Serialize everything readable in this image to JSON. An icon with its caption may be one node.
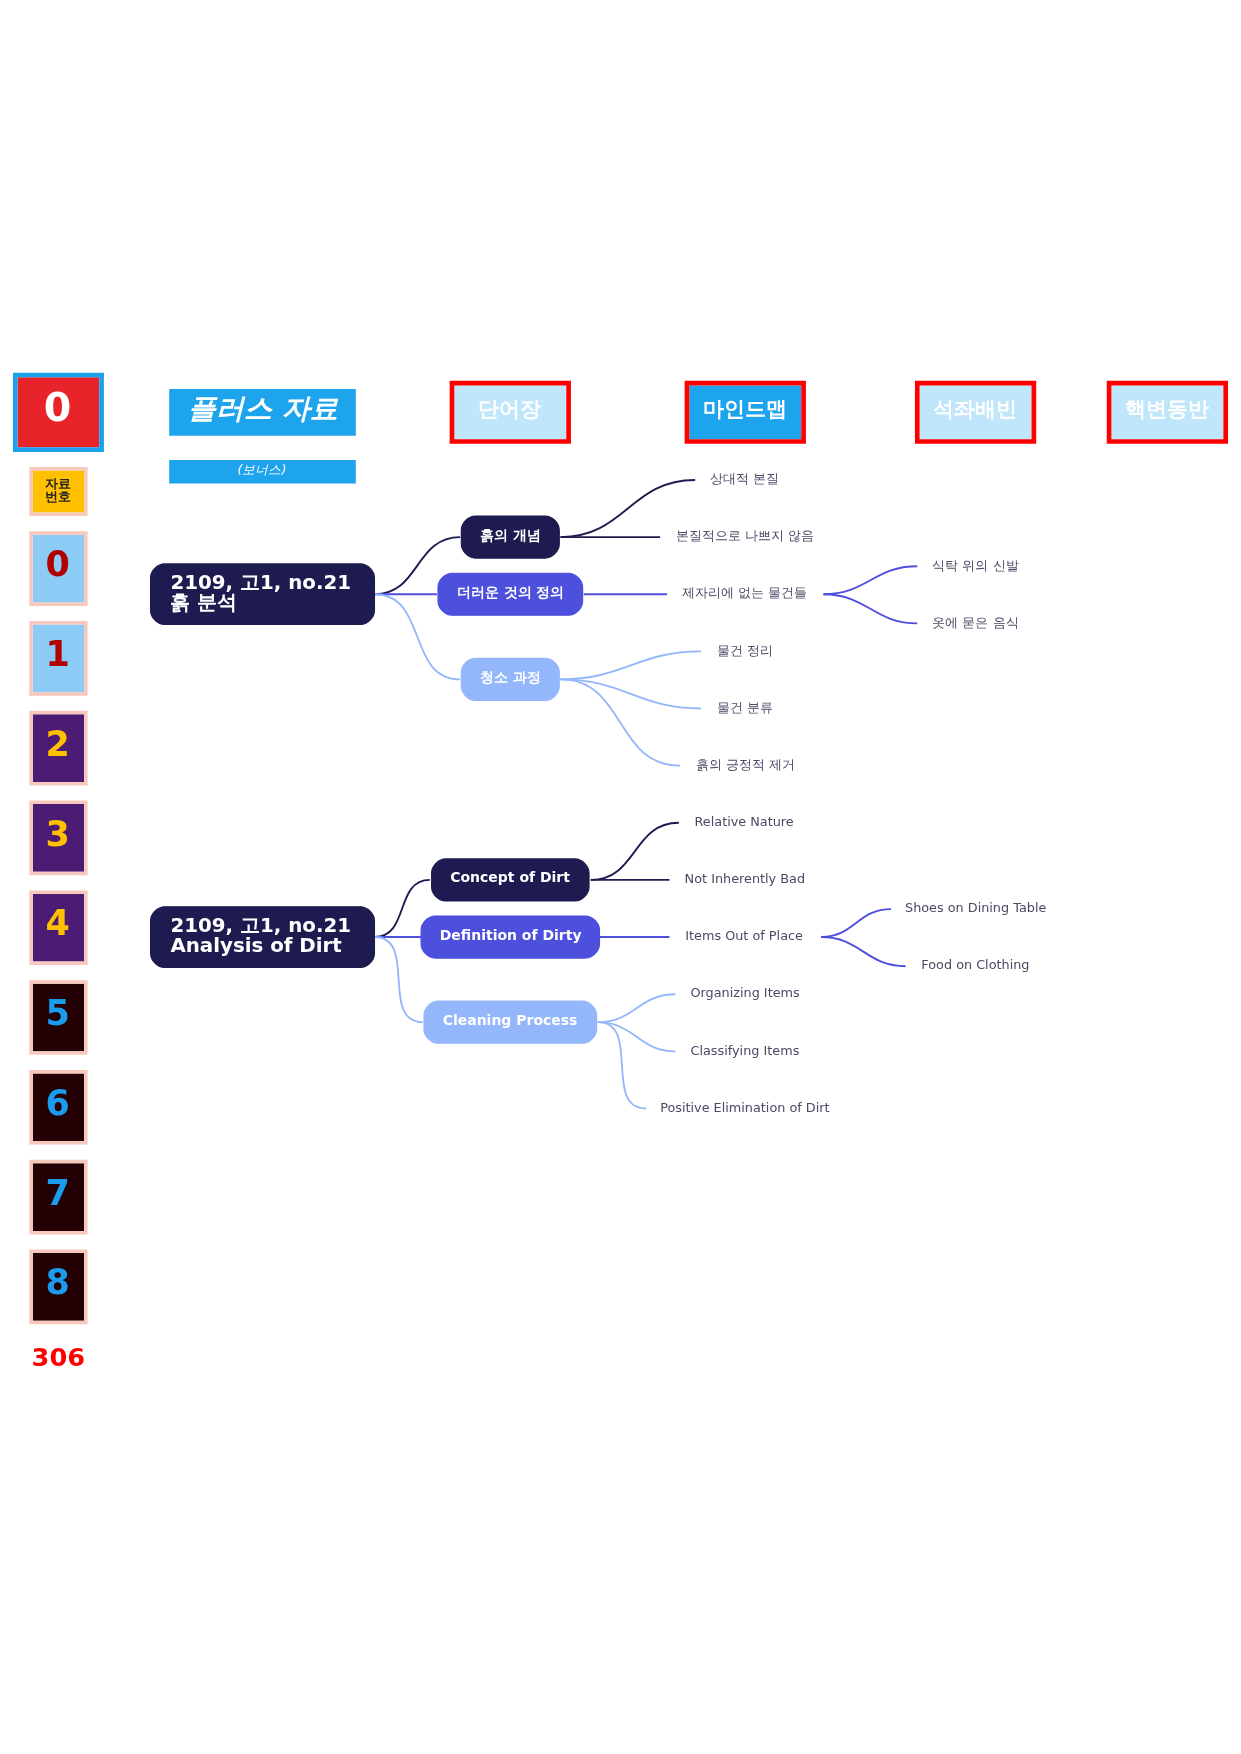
{
  "diagram": {
    "nodes": [
      {
        "text": [
          "2109, 고1, no.21",
          "흙 분석"
        ]
      },
      {
        "text": [
          "흙의 개념"
        ]
      },
      {
        "text": [
          "상대적 본질"
        ]
      },
      {
        "text": [
          "본질적으로 나쁘지 않음"
        ]
      },
      {
        "text": [
          "더러운 것의 정의"
        ]
      },
      {
        "text": [
          "제자리에 없는 물건들"
        ]
      },
      {
        "text": [
          "식탁 위의 신발"
        ]
      },
      {
        "text": [
          "옷에 묻은 음식"
        ]
      },
      {
        "text": [
          "청소 과정"
        ]
      },
      {
        "text": [
          "물건 정리"
        ]
      },
      {
        "text": [
          "물건 분류"
        ]
      },
      {
        "text": [
          "흙의 긍정적 제거"
        ]
      },
      {
        "text": [
          "2109, 고1, no.21",
          "Analysis of Dirt"
        ]
      },
      {
        "text": [
          "Concept of Dirt"
        ]
      },
      {
        "text": [
          "Relative Nature"
        ]
      },
      {
        "text": [
          "Not Inherently Bad"
        ]
      },
      {
        "text": [
          "Definition of Dirty"
        ]
      },
      {
        "text": [
          "Items Out of Place"
        ]
      },
      {
        "text": [
          "Shoes on Dining Table"
        ]
      },
      {
        "text": [
          "Food on Clothing"
        ]
      },
      {
        "text": [
          "Cleaning Process"
        ]
      },
      {
        "text": [
          "Organizing Items"
        ]
      },
      {
        "text": [
          "Classifying Items"
        ]
      },
      {
        "text": [
          "Positive Elimination of Dirt"
        ]
      }
    ],
    "edges": [
      {
        "from": 0,
        "to": 1,
        "arrow": "none",
        "color": "#1d1b4f"
      },
      {
        "from": 1,
        "to": 2,
        "arrow": "none",
        "color": "#1d1b4f"
      },
      {
        "from": 1,
        "to": 3,
        "arrow": "none",
        "color": "#1d1b4f"
      },
      {
        "from": 0,
        "to": 4,
        "arrow": "none",
        "color": "#4d4fdd"
      },
      {
        "from": 4,
        "to": 5,
        "arrow": "none",
        "color": "#4d4fdd"
      },
      {
        "from": 5,
        "to": 6,
        "arrow": "none",
        "color": "#4d4fdd"
      },
      {
        "from": 5,
        "to": 7,
        "arrow": "none",
        "color": "#4d4fdd"
      },
      {
        "from": 0,
        "to": 8,
        "arrow": "none",
        "color": "#94b7fb"
      },
      {
        "from": 8,
        "to": 9,
        "arrow": "none",
        "color": "#94b7fb"
      },
      {
        "from": 8,
        "to": 10,
        "arrow": "none",
        "color": "#94b7fb"
      },
      {
        "from": 8,
        "to": 11,
        "arrow": "none",
        "color": "#94b7fb"
      },
      {
        "from": 12,
        "to": 13,
        "arrow": "none",
        "color": "#1d1b4f"
      },
      {
        "from": 13,
        "to": 14,
        "arrow": "none",
        "color": "#1d1b4f"
      },
      {
        "from": 13,
        "to": 15,
        "arrow": "none",
        "color": "#1d1b4f"
      },
      {
        "from": 12,
        "to": 16,
        "arrow": "none",
        "color": "#4d4fdd"
      },
      {
        "from": 16,
        "to": 17,
        "arrow": "none",
        "color": "#4d4fdd"
      },
      {
        "from": 17,
        "to": 18,
        "arrow": "none",
        "color": "#4d4fdd"
      },
      {
        "from": 17,
        "to": 19,
        "arrow": "none",
        "color": "#4d4fdd"
      },
      {
        "from": 12,
        "to": 20,
        "arrow": "none",
        "color": "#94b7fb"
      },
      {
        "from": 20,
        "to": 21,
        "arrow": "none",
        "color": "#94b7fb"
      },
      {
        "from": 20,
        "to": 22,
        "arrow": "none",
        "color": "#94b7fb"
      },
      {
        "from": 20,
        "to": 23,
        "arrow": "none",
        "color": "#94b7fb"
      }
    ],
    "labels": [
      "0",
      "플러스 자료",
      "(보너스)",
      "단어장",
      "마인드맵",
      "석좌배빈",
      "핵변동반",
      "자료 번호",
      "0",
      "1",
      "2",
      "3",
      "4",
      "5",
      "6",
      "7",
      "8",
      "306"
    ]
  }
}
